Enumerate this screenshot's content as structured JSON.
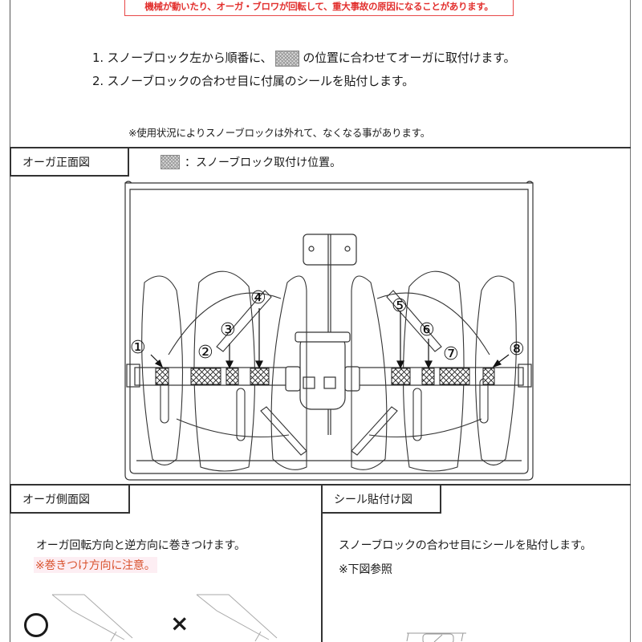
{
  "warning": {
    "text": "機械が動いたり、オーガ・ブロワが回転して、重大事故の原因になることがあります。",
    "color": "#e2302e"
  },
  "instructions": {
    "step1_prefix": "1. スノーブロック左から順番に、",
    "step1_suffix": "の位置に合わせてオーガに取付けます。",
    "step2": "2. スノーブロックの合わせ目に付属のシールを貼付します。",
    "note": "※使用状況によりスノーブロックは外れて、なくなる事があります。"
  },
  "front_view": {
    "label": "オーガ正面図",
    "legend_text": "：スノーブロック取付け位置。",
    "legend_icon": "hatch-pattern",
    "markers": [
      "①",
      "②",
      "③",
      "④",
      "⑤",
      "⑥",
      "⑦",
      "⑧"
    ]
  },
  "side_view": {
    "label": "オーガ側面図",
    "text": "オーガ回転方向と逆方向に巻きつけます。",
    "caution": "※巻きつけ方向に注意。",
    "caution_color": "#d9532f",
    "correct_symbol": "○",
    "wrong_symbol": "×"
  },
  "seal_view": {
    "label": "シール貼付け図",
    "text": "スノーブロックの合わせ目にシールを貼付します。",
    "reference": "※下図参照"
  }
}
